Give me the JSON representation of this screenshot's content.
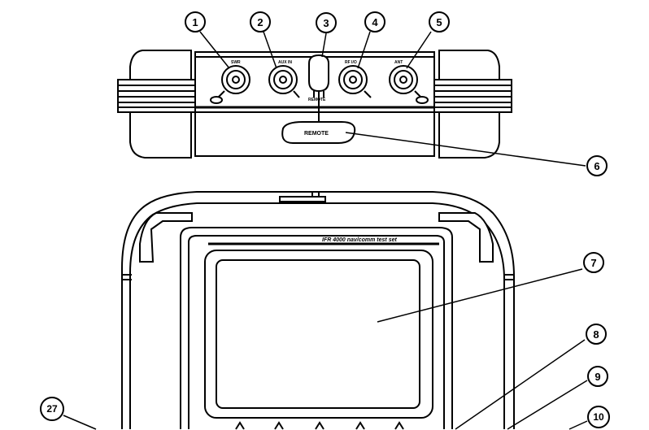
{
  "panel": {
    "remote_label": "REMOTE",
    "connector_labels": [
      "SWR",
      "AUX IN",
      "RF I/O",
      "ANT"
    ],
    "socket_label": "REMOTE"
  },
  "front": {
    "brand_text": "IFR 4000 nav/comm test set"
  },
  "callouts": [
    "1",
    "2",
    "3",
    "4",
    "5",
    "6",
    "7",
    "8",
    "9",
    "10",
    "27"
  ]
}
